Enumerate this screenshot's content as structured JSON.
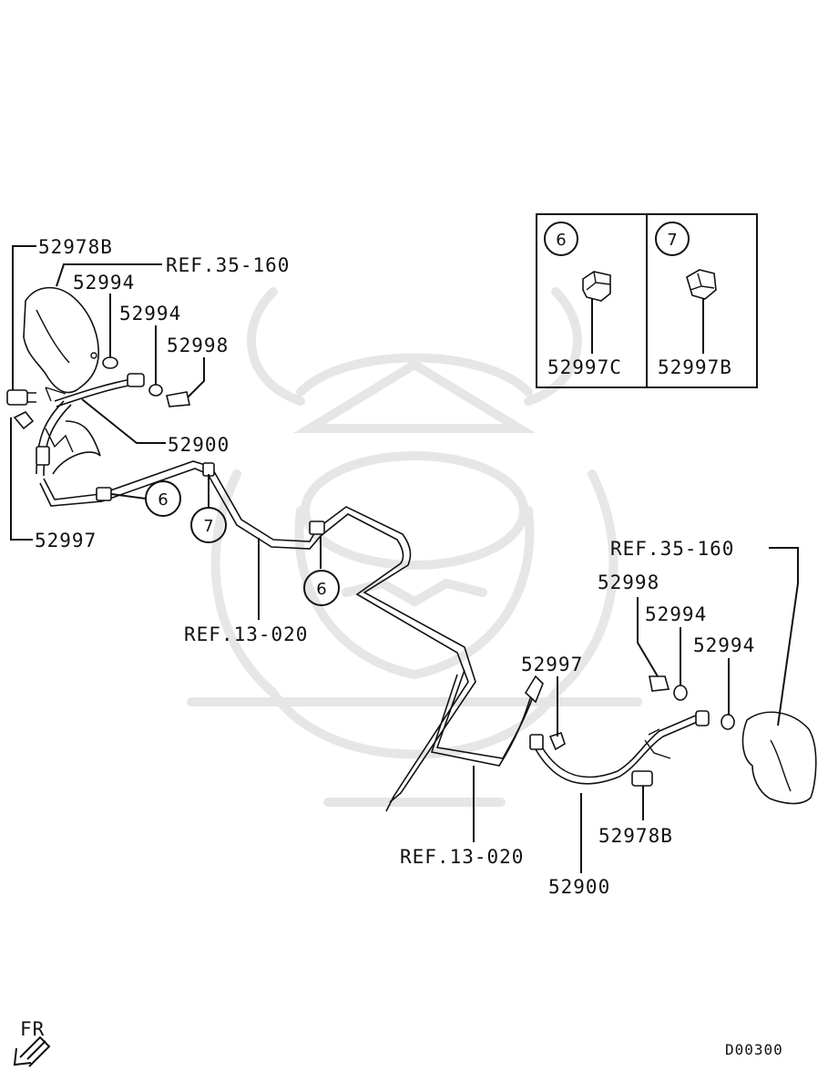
{
  "diagram": {
    "labels": {
      "front_left_bolt": "52978B",
      "ref_caliper_left": "REF.35-160",
      "washer_left_1": "52994",
      "washer_left_2": "52994",
      "union_bolt_left": "52998",
      "hose_left": "52900",
      "clip_left": "52997",
      "ref_line_left": "REF.13-020",
      "ref_caliper_right": "REF.35-160",
      "union_bolt_right": "52998",
      "washer_right_1": "52994",
      "washer_right_2": "52994",
      "clip_right": "52997",
      "ref_line_right": "REF.13-020",
      "bolt_right": "52978B",
      "hose_right": "52900"
    },
    "callouts": {
      "c6_a": "6",
      "c7_a": "7",
      "c6_b": "6"
    },
    "legend": {
      "box6_num": "6",
      "box6_part": "52997C",
      "box7_num": "7",
      "box7_part": "52997B"
    },
    "footer": {
      "direction": "FR",
      "diagram_code": "D00300"
    }
  }
}
